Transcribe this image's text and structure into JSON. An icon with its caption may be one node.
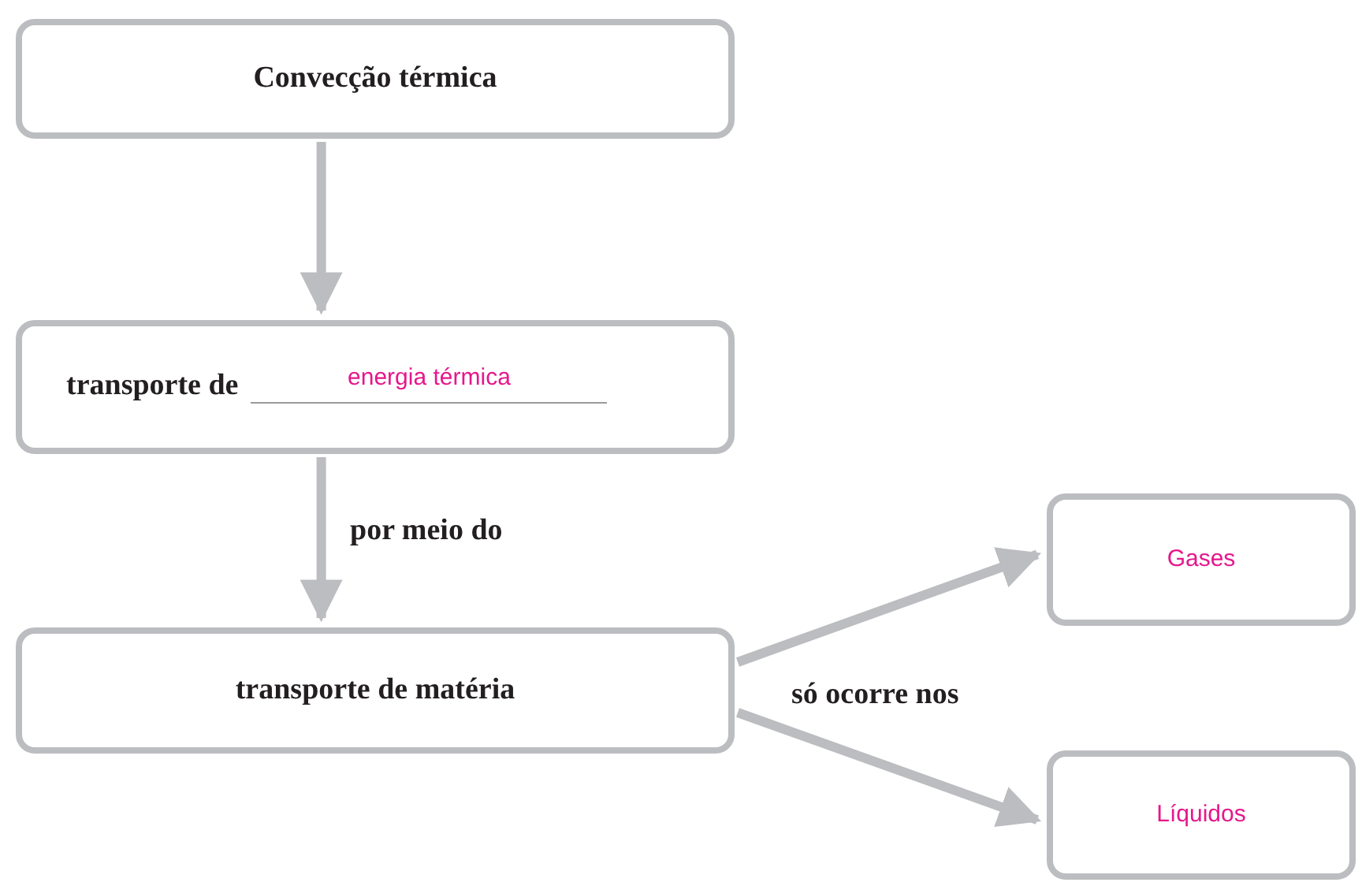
{
  "diagram": {
    "nodes": [
      {
        "text": [
          "Convecção térmica"
        ]
      },
      {
        "text": [
          "transporte de",
          "energia térmica"
        ]
      },
      {
        "text": [
          "transporte de matéria"
        ]
      },
      {
        "text": [
          "Gases"
        ]
      },
      {
        "text": [
          "Líquidos"
        ]
      }
    ],
    "edges": [
      {
        "from": 0,
        "to": 1,
        "arrow": "to"
      },
      {
        "from": 1,
        "to": 2,
        "arrow": "to",
        "label": "por meio do"
      },
      {
        "from": 2,
        "to": 3,
        "arrow": "to"
      },
      {
        "from": 2,
        "to": 4,
        "arrow": "to"
      }
    ],
    "labels": [
      "só ocorre nos"
    ]
  }
}
